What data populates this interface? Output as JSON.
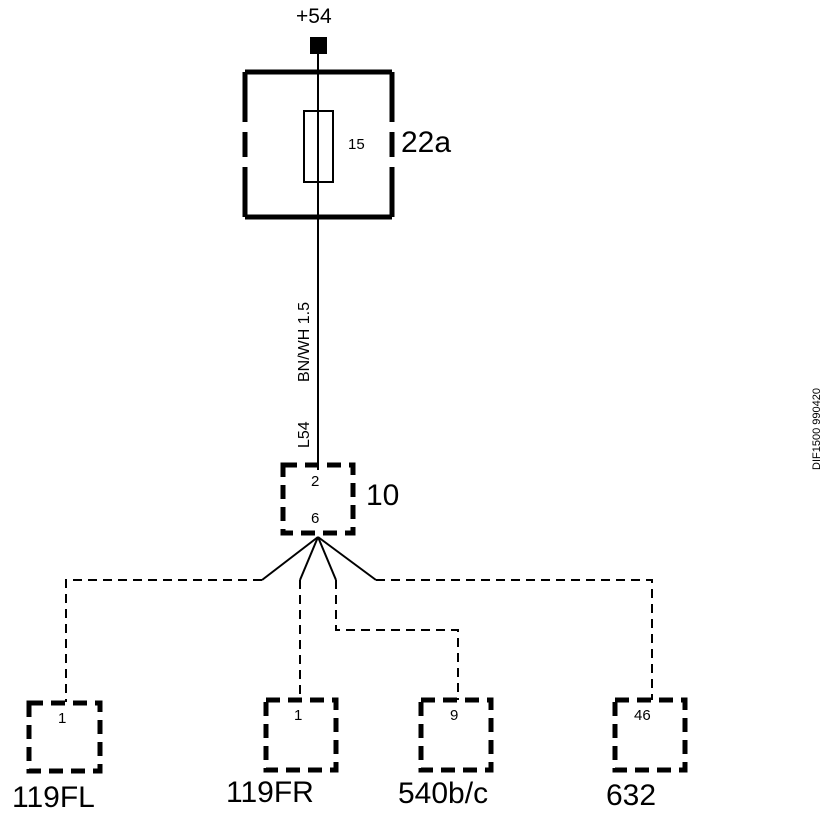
{
  "supply": {
    "label": "+54"
  },
  "fuse_box": {
    "id": "22a",
    "fuse_number": "15"
  },
  "wire": {
    "name": "L54",
    "spec": "BN/WH 1.5"
  },
  "splice": {
    "id": "10",
    "pin_in": "2",
    "pin_out": "6"
  },
  "connectors": [
    {
      "id": "119FL",
      "pin": "1"
    },
    {
      "id": "119FR",
      "pin": "1"
    },
    {
      "id": "540b/c",
      "pin": "9"
    },
    {
      "id": "632",
      "pin": "46"
    }
  ],
  "doc_ref": "DIF1500 990420",
  "colors": {
    "line": "#000000",
    "background": "#ffffff"
  }
}
